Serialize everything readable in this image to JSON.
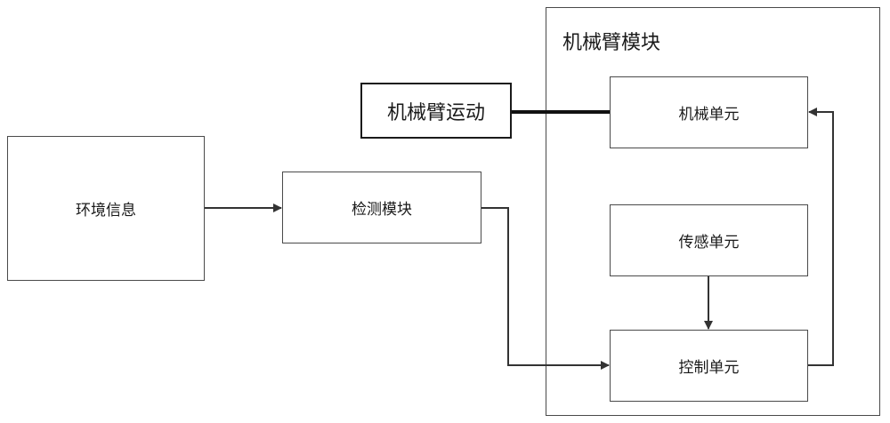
{
  "diagram": {
    "module_title": "机械臂模块",
    "nodes": {
      "env_info": "环境信息",
      "detect_module": "检测模块",
      "arm_motion": "机械臂运动",
      "mech_unit": "机械单元",
      "sensor_unit": "传感单元",
      "control_unit": "控制单元"
    },
    "edges": [
      {
        "from": "env_info",
        "to": "detect_module",
        "arrow": true
      },
      {
        "from": "detect_module",
        "to": "control_unit",
        "arrow": true
      },
      {
        "from": "sensor_unit",
        "to": "control_unit",
        "arrow": true
      },
      {
        "from": "control_unit",
        "to": "mech_unit",
        "arrow": true
      },
      {
        "from": "arm_motion",
        "to": "mech_unit",
        "arrow": false
      }
    ],
    "line_color": "#333333"
  }
}
